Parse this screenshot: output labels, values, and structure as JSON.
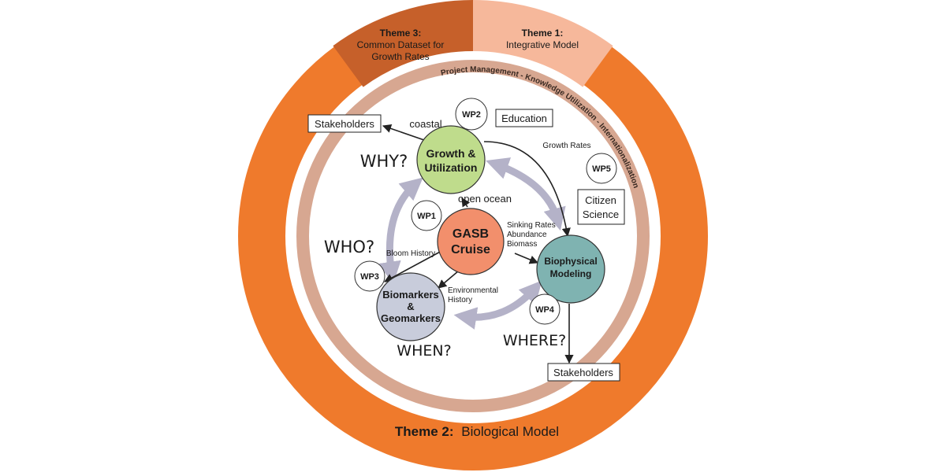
{
  "themes": {
    "theme3": {
      "title": "Theme 3:",
      "line1": "Common Dataset for",
      "line2": "Growth Rates"
    },
    "theme1": {
      "title": "Theme 1:",
      "line1": "Integrative Model"
    },
    "theme2": {
      "title": "Theme 2:",
      "subtitle": "Biological Model"
    }
  },
  "inner_ring_label": "Project Management - Knowledge Utilization - Internationalization",
  "nodes": {
    "growth": {
      "line1": "Growth &",
      "line2": "Utilization",
      "color": "#bfdc8c"
    },
    "gasb": {
      "line1": "GASB",
      "line2": "Cruise",
      "color": "#f28f6c"
    },
    "biomarkers": {
      "line1": "Biomarkers",
      "line2": "&",
      "line3": "Geomarkers",
      "color": "#c8ccdb"
    },
    "biophysical": {
      "line1": "Biophysical",
      "line2": "Modeling",
      "color": "#7fb3b1"
    }
  },
  "work_packages": {
    "wp1": "WP1",
    "wp2": "WP2",
    "wp3": "WP3",
    "wp4": "WP4",
    "wp5": "WP5"
  },
  "questions": {
    "why": "WHY?",
    "who": "WHO?",
    "when": "WHEN?",
    "where": "WHERE?"
  },
  "boxes": {
    "stakeholders_top": "Stakeholders",
    "stakeholders_bottom": "Stakeholders",
    "education": "Education",
    "citizen_line1": "Citizen",
    "citizen_line2": "Science"
  },
  "arrow_labels": {
    "coastal": "coastal",
    "open_ocean": "open ocean",
    "growth_rates": "Growth Rates",
    "sinking_rates": "Sinking Rates",
    "abundance": "Abundance",
    "biomass": "Biomass",
    "bloom_history": "Bloom History",
    "environmental": "Environmental",
    "history": "History"
  },
  "colors": {
    "outer_ring": "#ef7a2c",
    "theme1_segment": "#f6b89b",
    "theme3_segment": "#c6602a",
    "inner_ring": "#d7a791",
    "double_arrows": "#b4b2c8"
  }
}
